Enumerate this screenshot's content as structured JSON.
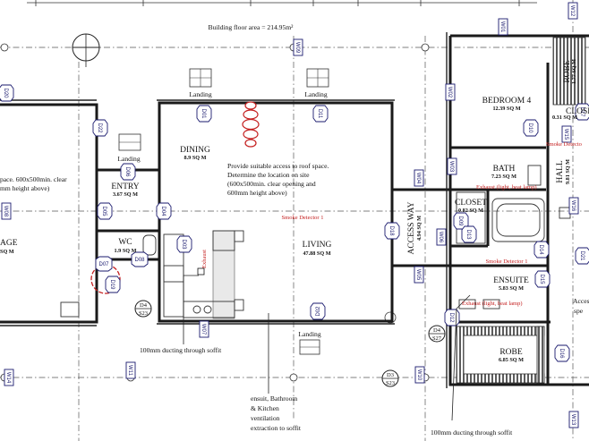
{
  "header": {
    "floor_area": "Building floor area = 214.95m²"
  },
  "rooms": [
    {
      "key": "dining",
      "name": "DINING",
      "area": "8.9 SQ M"
    },
    {
      "key": "entry",
      "name": "ENTRY",
      "area": "3.67 SQ M"
    },
    {
      "key": "wc",
      "name": "WC",
      "area": "1.9 SQ M"
    },
    {
      "key": "living",
      "name": "LIVING",
      "area": "47.88 SQ M"
    },
    {
      "key": "access",
      "name": "ACCESS WAY",
      "area": "4.94 SQ M"
    },
    {
      "key": "bedroom4",
      "name": "BEDROOM 4",
      "area": "12.39 SQ M"
    },
    {
      "key": "robe_top",
      "name": "ROBE",
      "area": "1.77 SQ M"
    },
    {
      "key": "closet_top",
      "name": "CLOSET",
      "area": "0.31 SQ M"
    },
    {
      "key": "bath",
      "name": "BATH",
      "area": "7.23 SQ M"
    },
    {
      "key": "hall",
      "name": "HALL",
      "area": "9.81 SQ M"
    },
    {
      "key": "closet_mid",
      "name": "CLOSET",
      "area": "0.82 SQ M"
    },
    {
      "key": "ensuite",
      "name": "ENSUITE",
      "area": "5.83 SQ M"
    },
    {
      "key": "robe_bottom",
      "name": "ROBE",
      "area": "6.85 SQ M"
    },
    {
      "key": "garage",
      "name": "AGE",
      "area": "SQ M"
    }
  ],
  "labels": {
    "landing": "Landing",
    "exhaust": "Exhaust",
    "smoke_detector_1": "Smoke Detector 1",
    "smoke_detector_right": "Smoke Detecto",
    "exhaust_fan": "Exhaust (light, heat lamp)",
    "access_right": "Access",
    "access_right_2": "spe"
  },
  "notes": {
    "roof_access": [
      "Provide suitable access to roof space.",
      "Determine the location on site",
      "(600x500min. clear opening and",
      "600mm height above)"
    ],
    "left_partial": [
      "pace. 600x500min. clear",
      "mm height above)"
    ],
    "ducting_left": "100mm ducting through soffit",
    "ducting_right": "100mm ducting through soffit",
    "ventilation": [
      "ensuit, Bathroom",
      "& Kitchen",
      "ventilation",
      "extraction to soffit"
    ]
  },
  "section_markers": [
    {
      "code": "D4",
      "sheet": "S23"
    },
    {
      "code": "D4",
      "sheet": "S27"
    },
    {
      "code": "D3",
      "sheet": "S23"
    }
  ],
  "door_tags": [
    "D01",
    "D02",
    "D03",
    "D04",
    "D05",
    "D06",
    "D07",
    "D08",
    "D09",
    "D10",
    "D11",
    "D12",
    "D13",
    "D14",
    "D15",
    "D16",
    "D17",
    "D18",
    "D19",
    "D20",
    "D21",
    "D22"
  ],
  "window_tags": [
    "W01",
    "W02",
    "W03",
    "W04",
    "W05",
    "W06",
    "W07",
    "W08",
    "W09",
    "W10",
    "W11",
    "W12",
    "W13",
    "W14",
    "W15",
    "W16"
  ]
}
